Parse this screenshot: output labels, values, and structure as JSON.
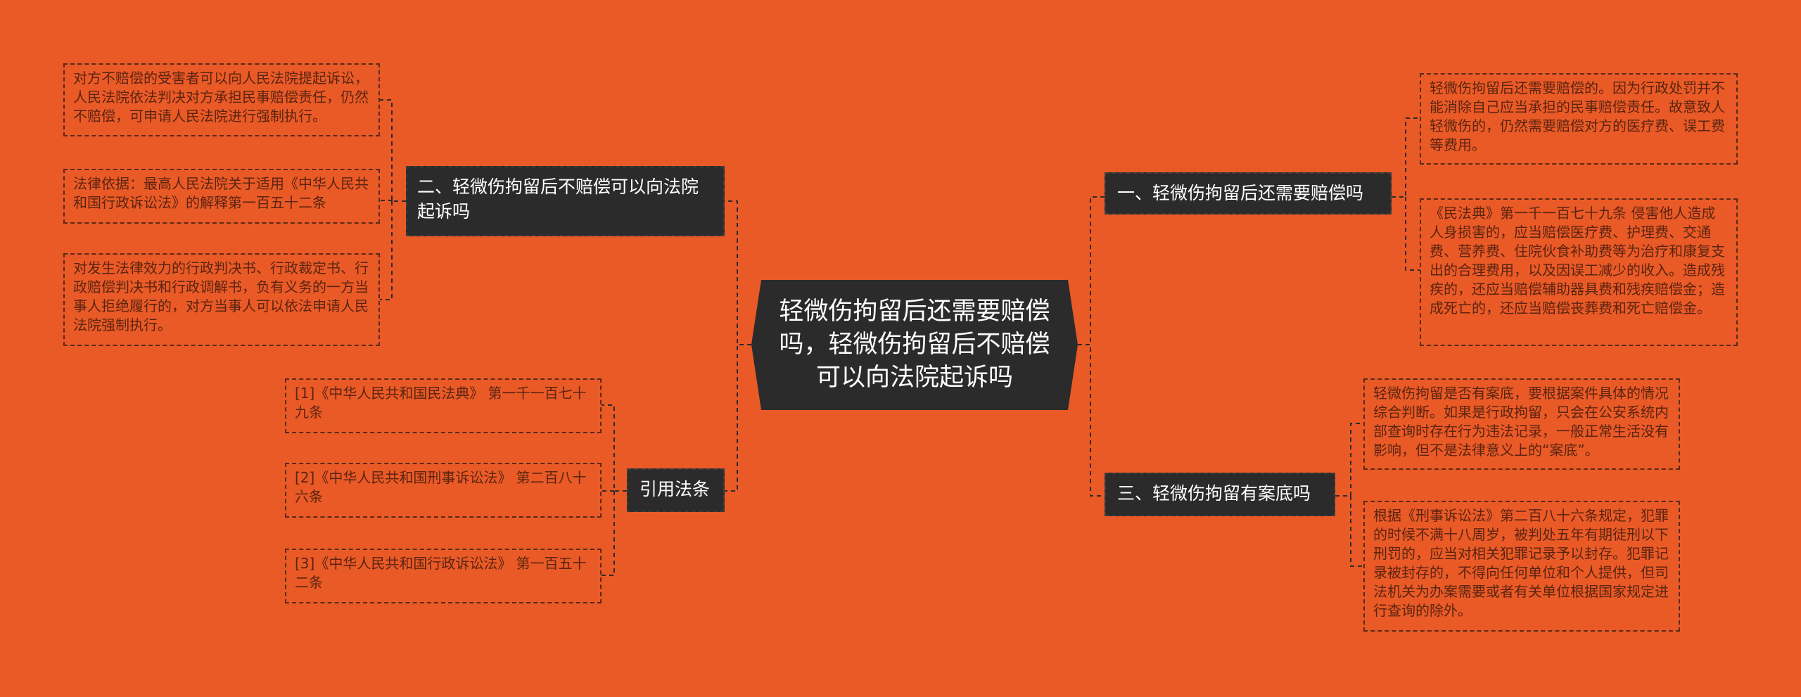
{
  "colors": {
    "background": "#EA5A27",
    "node_fill": "#2b2b2b",
    "node_text": "#ffffff",
    "leaf_text": "#5a2410",
    "connector": "#2b2b2b"
  },
  "center": {
    "title": "轻微伤拘留后还需要赔偿吗，轻微伤拘留后不赔偿可以向法院起诉吗"
  },
  "branches": {
    "b1": {
      "label": "一、轻微伤拘留后还需要赔偿吗",
      "leaves": [
        "轻微伤拘留后还需要赔偿的。因为行政处罚并不能消除自己应当承担的民事赔偿责任。故意致人轻微伤的，仍然需要赔偿对方的医疗费、误工费等费用。",
        "《民法典》第一千一百七十九条 侵害他人造成人身损害的，应当赔偿医疗费、护理费、交通费、营养费、住院伙食补助费等为治疗和康复支出的合理费用，以及因误工减少的收入。造成残疾的，还应当赔偿辅助器具费和残疾赔偿金；造成死亡的，还应当赔偿丧葬费和死亡赔偿金。"
      ]
    },
    "b2": {
      "label": "二、轻微伤拘留后不赔偿可以向法院起诉吗",
      "leaves": [
        "对方不赔偿的受害者可以向人民法院提起诉讼，人民法院依法判决对方承担民事赔偿责任，仍然不赔偿，可申请人民法院进行强制执行。",
        "法律依据：最高人民法院关于适用《中华人民共和国行政诉讼法》的解释第一百五十二条",
        " 对发生法律效力的行政判决书、行政裁定书、行政赔偿判决书和行政调解书，负有义务的一方当事人拒绝履行的，对方当事人可以依法申请人民法院强制执行。"
      ]
    },
    "b3": {
      "label": "三、轻微伤拘留有案底吗",
      "leaves": [
        "轻微伤拘留是否有案底，要根据案件具体的情况综合判断。如果是行政拘留，只会在公安系统内部查询时存在行为违法记录，一般正常生活没有影响，但不是法律意义上的“案底”。",
        "根据《刑事诉讼法》第二百八十六条规定，犯罪的时候不满十八周岁，被判处五年有期徒刑以下刑罚的，应当对相关犯罪记录予以封存。犯罪记录被封存的，不得向任何单位和个人提供，但司法机关为办案需要或者有关单位根据国家规定进行查询的除外。"
      ]
    },
    "b4": {
      "label": "引用法条",
      "leaves": [
        "[1]《中华人民共和国民法典》 第一千一百七十九条",
        "[2]《中华人民共和国刑事诉讼法》 第二百八十六条",
        "[3]《中华人民共和国行政诉讼法》 第一百五十二条"
      ]
    }
  }
}
